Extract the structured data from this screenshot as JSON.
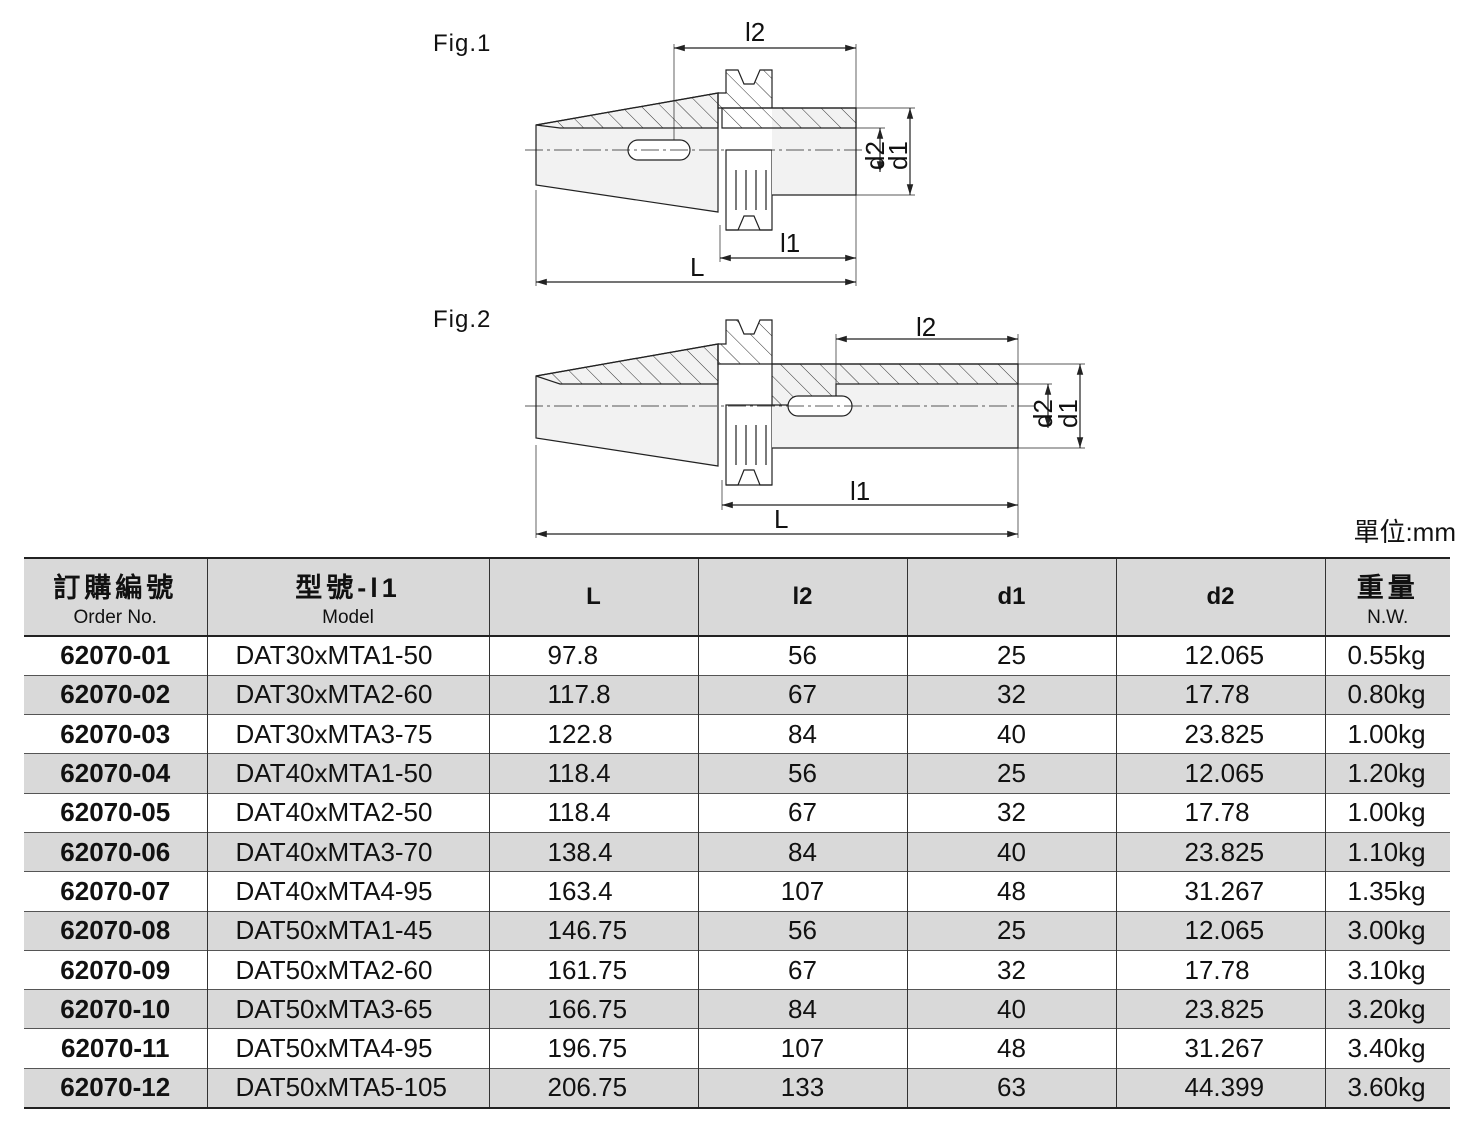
{
  "figures": {
    "fig1": "Fig.1",
    "fig2": "Fig.2",
    "dims": {
      "l2": "l2",
      "l1": "l1",
      "L": "L",
      "d1": "d1",
      "d2": "d2"
    }
  },
  "unit_label": "單位:mm",
  "table": {
    "headers": {
      "order_zh": "訂購編號",
      "order_en": "Order No.",
      "model_zh": "型號-l1",
      "model_en": "Model",
      "L": "L",
      "l2": "l2",
      "d1": "d1",
      "d2": "d2",
      "nw_zh": "重量",
      "nw_en": "N.W."
    },
    "rows": [
      {
        "order": "62070-01",
        "model": "DAT30xMTA1-50",
        "L": "97.8",
        "l2": "56",
        "d1": "25",
        "d2": "12.065",
        "nw": "0.55kg"
      },
      {
        "order": "62070-02",
        "model": "DAT30xMTA2-60",
        "L": "117.8",
        "l2": "67",
        "d1": "32",
        "d2": "17.78",
        "nw": "0.80kg"
      },
      {
        "order": "62070-03",
        "model": "DAT30xMTA3-75",
        "L": "122.8",
        "l2": "84",
        "d1": "40",
        "d2": "23.825",
        "nw": "1.00kg"
      },
      {
        "order": "62070-04",
        "model": "DAT40xMTA1-50",
        "L": "118.4",
        "l2": "56",
        "d1": "25",
        "d2": "12.065",
        "nw": "1.20kg"
      },
      {
        "order": "62070-05",
        "model": "DAT40xMTA2-50",
        "L": "118.4",
        "l2": "67",
        "d1": "32",
        "d2": "17.78",
        "nw": "1.00kg"
      },
      {
        "order": "62070-06",
        "model": "DAT40xMTA3-70",
        "L": "138.4",
        "l2": "84",
        "d1": "40",
        "d2": "23.825",
        "nw": "1.10kg"
      },
      {
        "order": "62070-07",
        "model": "DAT40xMTA4-95",
        "L": "163.4",
        "l2": "107",
        "d1": "48",
        "d2": "31.267",
        "nw": "1.35kg"
      },
      {
        "order": "62070-08",
        "model": "DAT50xMTA1-45",
        "L": "146.75",
        "l2": "56",
        "d1": "25",
        "d2": "12.065",
        "nw": "3.00kg"
      },
      {
        "order": "62070-09",
        "model": "DAT50xMTA2-60",
        "L": "161.75",
        "l2": "67",
        "d1": "32",
        "d2": "17.78",
        "nw": "3.10kg"
      },
      {
        "order": "62070-10",
        "model": "DAT50xMTA3-65",
        "L": "166.75",
        "l2": "84",
        "d1": "40",
        "d2": "23.825",
        "nw": "3.20kg"
      },
      {
        "order": "62070-11",
        "model": "DAT50xMTA4-95",
        "L": "196.75",
        "l2": "107",
        "d1": "48",
        "d2": "31.267",
        "nw": "3.40kg"
      },
      {
        "order": "62070-12",
        "model": "DAT50xMTA5-105",
        "L": "206.75",
        "l2": "133",
        "d1": "63",
        "d2": "44.399",
        "nw": "3.60kg"
      }
    ]
  }
}
